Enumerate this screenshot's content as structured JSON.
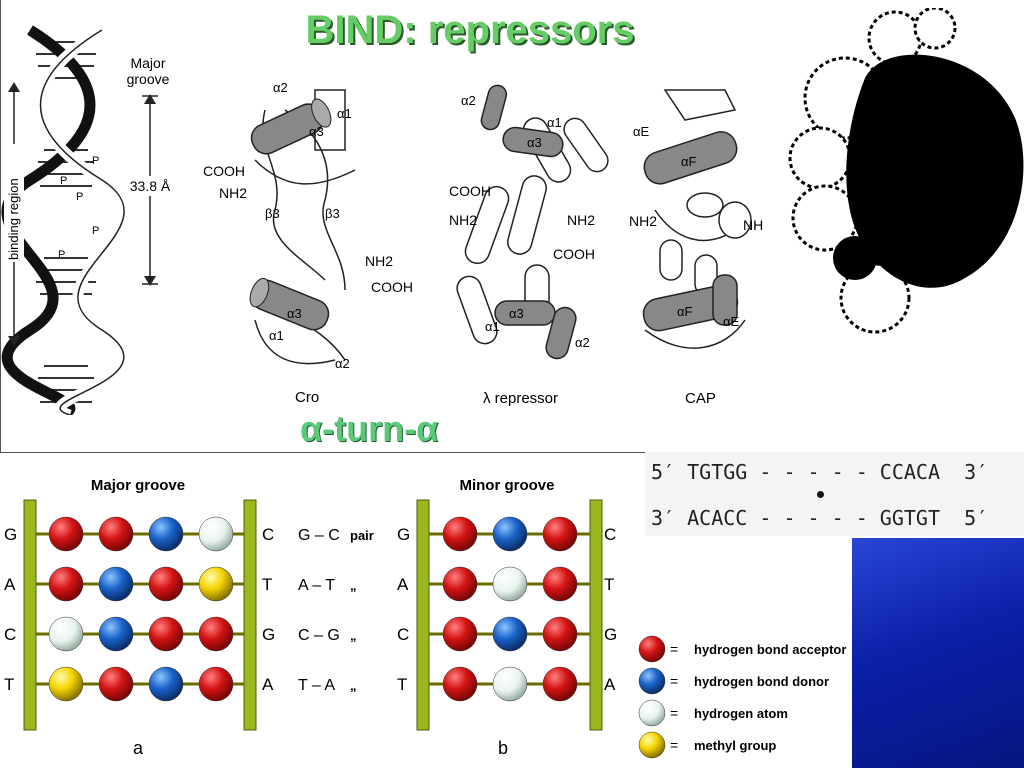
{
  "title": "BIND: repressors",
  "motif": "α-turn-α",
  "dna_helix": {
    "major_groove": "Major groove",
    "distance": "33.8 Å",
    "binding_region": "binding region",
    "phosphate": "P"
  },
  "proteins": [
    {
      "name": "Cro",
      "labels": [
        "α2",
        "α1",
        "α3",
        "COOH",
        "NH2",
        "β3",
        "β3",
        "NH2",
        "COOH",
        "α3",
        "α1",
        "α2"
      ]
    },
    {
      "name": "λ repressor",
      "labels": [
        "α2",
        "α1",
        "α3",
        "COOH",
        "NH2",
        "NH2",
        "COOH",
        "α3",
        "α1",
        "α2"
      ]
    },
    {
      "name": "CAP",
      "labels": [
        "αE",
        "αF",
        "NH2",
        "NH",
        "αF",
        "αE"
      ]
    }
  ],
  "sequence": {
    "top": "5′ TGTGG - - - - - CCACA  3′",
    "bottom": "3′ ACACC - - - - - GGTGT  5′"
  },
  "groove_a": {
    "title": "Major groove",
    "caption": "a",
    "rows": [
      {
        "left": "G",
        "right": "C",
        "pair": "G – C",
        "suffix": "pair"
      },
      {
        "left": "A",
        "right": "T",
        "pair": "A – T",
        "suffix": "„"
      },
      {
        "left": "C",
        "right": "G",
        "pair": "C – G",
        "suffix": "„"
      },
      {
        "left": "T",
        "right": "A",
        "pair": "T – A",
        "suffix": "„"
      }
    ]
  },
  "groove_b": {
    "title": "Minor groove",
    "caption": "b",
    "rows": [
      {
        "left": "G",
        "right": "C"
      },
      {
        "left": "A",
        "right": "T"
      },
      {
        "left": "C",
        "right": "G"
      },
      {
        "left": "T",
        "right": "A"
      }
    ]
  },
  "legend": [
    {
      "label": "hydrogen bond acceptor",
      "color": "#d41414"
    },
    {
      "label": "hydrogen bond donor",
      "color": "#1a63c9"
    },
    {
      "label": "hydrogen atom",
      "color": "#eef5f0"
    },
    {
      "label": "methyl group",
      "color": "#f5d400"
    }
  ],
  "colors": {
    "red": "#d41414",
    "blue": "#1a63c9",
    "white": "#eef5f0",
    "yellow": "#f5d400",
    "bar": "#9ab81e"
  }
}
